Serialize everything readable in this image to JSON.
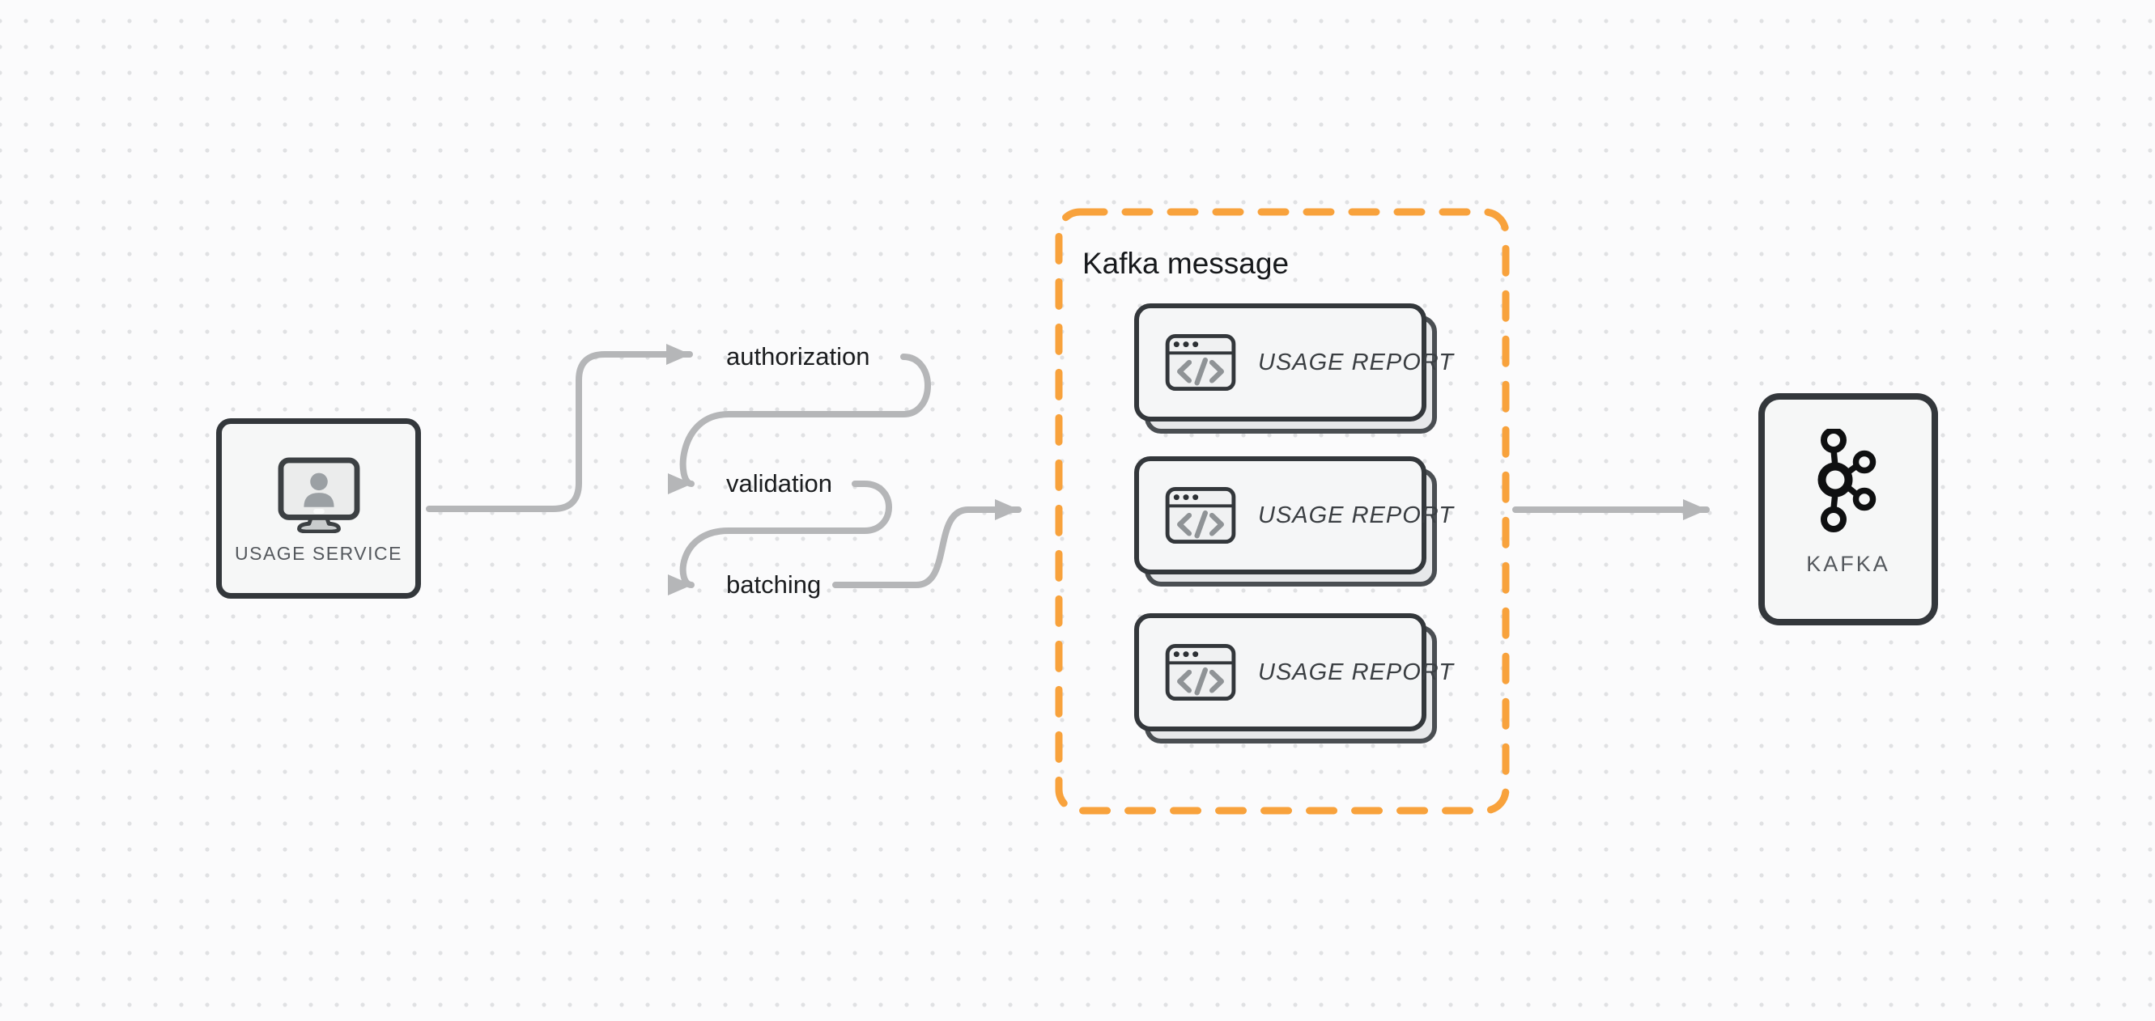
{
  "nodes": {
    "usage_service": {
      "label": "USAGE SERVICE",
      "icon": "monitor-user-icon"
    },
    "kafka": {
      "label": "KAFKA",
      "icon": "kafka-logo-icon"
    }
  },
  "steps": [
    {
      "label": "authorization"
    },
    {
      "label": "validation"
    },
    {
      "label": "batching"
    }
  ],
  "kafka_message": {
    "title": "Kafka message",
    "cards": [
      {
        "label": "USAGE REPORT",
        "icon": "code-window-icon"
      },
      {
        "label": "USAGE REPORT",
        "icon": "code-window-icon"
      },
      {
        "label": "USAGE REPORT",
        "icon": "code-window-icon"
      }
    ]
  },
  "colors": {
    "background": "#fbfbfc",
    "grid_dot": "#e0e1e3",
    "node_border": "#33373b",
    "node_fill": "#f6f7f7",
    "arrow_gray": "#b5b6b8",
    "accent_orange": "#f8a23c",
    "step_label_text": "#1b1d1f",
    "group_title_text": "#17191c",
    "node_label_text": "#54585d",
    "card_label_text": "#3a3e42",
    "card_back_fill": "#e7e8ea"
  }
}
